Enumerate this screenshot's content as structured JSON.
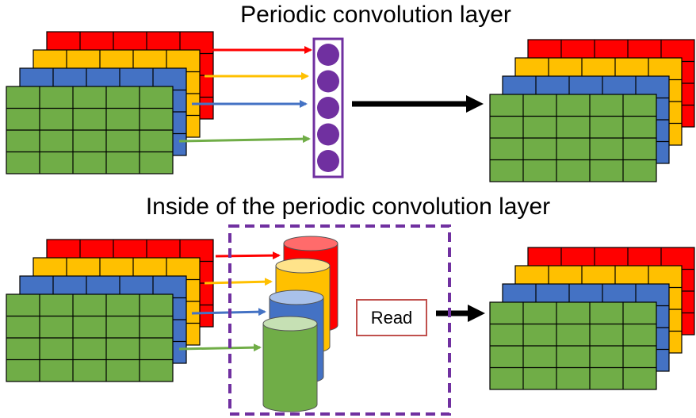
{
  "titles": {
    "top": "Periodic convolution layer",
    "bottom": "Inside of the periodic convolution layer"
  },
  "read_box": {
    "label": "Read"
  },
  "colors": {
    "red": "#FF0000",
    "yellow": "#FFC000",
    "blue": "#4472C4",
    "green": "#70AD47",
    "purple": "#7030A0",
    "arrow_black": "#000000",
    "read_border": "#C0504D"
  },
  "grid": {
    "rows": 4,
    "cols": 5
  },
  "neurons": {
    "count": 5
  },
  "cylinders": [
    "red",
    "yellow",
    "blue",
    "green"
  ]
}
